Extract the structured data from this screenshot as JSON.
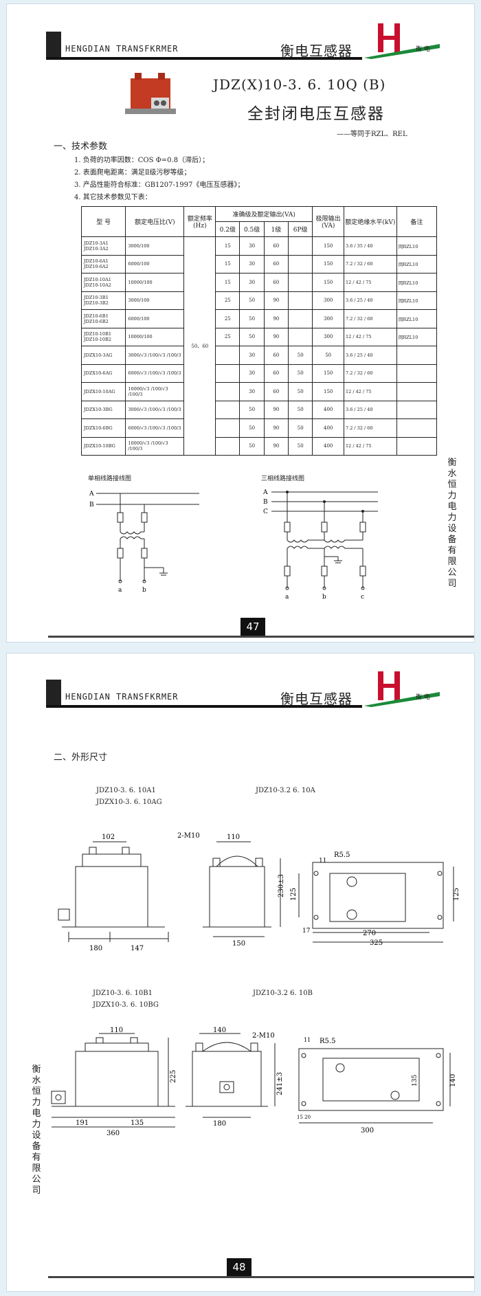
{
  "brand": {
    "en": "HENGDIAN TRANSFKRMER",
    "cn": "衡电互感器",
    "logo_text": "衡 电",
    "colors": {
      "red": "#c8102e",
      "green": "#1a8a3a",
      "product_red": "#c23b22"
    }
  },
  "page1": {
    "title_line1": "JDZ(X)10-3. 6. 10Q (B)",
    "title_line2": "全封闭电压互感器",
    "title_note": "——等同于RZL、REL",
    "section_title": "一、技术参数",
    "items": [
      "1. 负荷的功率因数：COS Φ=0.8（滞后）；",
      "2. 表面爬电距离：满足Ⅱ级污秽等级；",
      "3. 产品性能符合标准：GB1207-1997《电压互感器》；",
      "4. 其它技术参数见下表："
    ],
    "table": {
      "headers": {
        "model": "型 号",
        "ratio": "额定电压比(V)",
        "freq": "额定频率(Hz)",
        "accuracy": "准确级及额定输出(VA)",
        "c02": "0.2级",
        "c05": "0.5级",
        "c1": "1级",
        "c6p": "6P级",
        "limit": "极限输出(VA)",
        "insulation": "额定绝缘水平(kV)",
        "remark": "备注"
      },
      "freq_value": "50、60",
      "rows": [
        {
          "model": "JDZ10-3A1 JDZ10-3A2",
          "ratio": "3000/100",
          "c02": "15",
          "c05": "30",
          "c1": "60",
          "c6p": "",
          "limit": "150",
          "ins": "3.6 / 35 / 40",
          "remark": "同RZL10"
        },
        {
          "model": "JDZ10-6A1 JDZ10-6A2",
          "ratio": "6000/100",
          "c02": "15",
          "c05": "30",
          "c1": "60",
          "c6p": "",
          "limit": "150",
          "ins": "7.2 / 32 / 60",
          "remark": "同RZL10"
        },
        {
          "model": "JDZ10-10A1 JDZ10-10A2",
          "ratio": "10000/100",
          "c02": "15",
          "c05": "30",
          "c1": "60",
          "c6p": "",
          "limit": "150",
          "ins": "12 / 42 / 75",
          "remark": "同RZL10"
        },
        {
          "model": "JDZ10-3B1 JDZ10-3B2",
          "ratio": "3000/100",
          "c02": "25",
          "c05": "50",
          "c1": "90",
          "c6p": "",
          "limit": "300",
          "ins": "3.6 / 25 / 40",
          "remark": "同RZL10"
        },
        {
          "model": "JDZ10-6B1 JDZ10-6B2",
          "ratio": "6000/100",
          "c02": "25",
          "c05": "50",
          "c1": "90",
          "c6p": "",
          "limit": "300",
          "ins": "7.2 / 32 / 60",
          "remark": "同RZL10"
        },
        {
          "model": "JDZ10-10B1 JDZ10-10B2",
          "ratio": "10000/100",
          "c02": "25",
          "c05": "50",
          "c1": "90",
          "c6p": "",
          "limit": "300",
          "ins": "12 / 42 / 75",
          "remark": "同RZL10"
        },
        {
          "model": "JDZX10-3AG",
          "ratio": "3000/√3 /100/√3 /100/3",
          "c02": "",
          "c05": "30",
          "c1": "60",
          "c6p": "50",
          "limit": "50",
          "ins": "3.6 / 25 / 40",
          "remark": ""
        },
        {
          "model": "JDZX10-6AG",
          "ratio": "6000/√3 /100/√3 /100/3",
          "c02": "",
          "c05": "30",
          "c1": "60",
          "c6p": "50",
          "limit": "150",
          "ins": "7.2 / 32 / 60",
          "remark": ""
        },
        {
          "model": "JDZX10-10AG",
          "ratio": "10000/√3 /100/√3 /100/3",
          "c02": "",
          "c05": "30",
          "c1": "60",
          "c6p": "50",
          "limit": "150",
          "ins": "12 / 42 / 75",
          "remark": ""
        },
        {
          "model": "JDZX10-3BG",
          "ratio": "3000/√3 /100/√3 /100/3",
          "c02": "",
          "c05": "50",
          "c1": "90",
          "c6p": "50",
          "limit": "400",
          "ins": "3.6 / 25 / 40",
          "remark": ""
        },
        {
          "model": "JDZX10-6BG",
          "ratio": "6000/√3 /100/√3 /100/3",
          "c02": "",
          "c05": "50",
          "c1": "90",
          "c6p": "50",
          "limit": "400",
          "ins": "7.2 / 32 / 60",
          "remark": ""
        },
        {
          "model": "JDZX10-10BG",
          "ratio": "10000/√3 /100/√3 /100/3",
          "c02": "",
          "c05": "50",
          "c1": "90",
          "c6p": "50",
          "limit": "400",
          "ins": "12 / 42 / 75",
          "remark": ""
        }
      ]
    },
    "diagram_single": "单相线路接线图",
    "diagram_three": "三相线路接线图",
    "labels": {
      "A": "A",
      "B": "B",
      "C": "C",
      "a": "a",
      "b": "b",
      "c": "c"
    },
    "side_text": "衡水恒力电力设备有限公司",
    "page_no": "47"
  },
  "page2": {
    "section_title": "二、外形尺寸",
    "model_a1": "JDZ10-3. 6. 10A1",
    "model_ag": "JDZX10-3. 6. 10AG",
    "model_a": "JDZ10-3.2 6. 10A",
    "model_b1": "JDZ10-3. 6. 10B1",
    "model_bg": "JDZX10-3. 6. 10BG",
    "model_b": "JDZ10-3.2 6. 10B",
    "dims_a": {
      "d102": "102",
      "d180": "180",
      "d147": "147",
      "m10": "2-M10",
      "d110": "110",
      "d230": "230±3",
      "d150": "150",
      "r55": "R5.5",
      "d11": "11",
      "d125a": "125",
      "d17": "17",
      "d270": "270",
      "d325": "325",
      "d125b": "125"
    },
    "dims_b": {
      "d110": "110",
      "d225": "225",
      "d191": "191",
      "d135": "135",
      "d360": "360",
      "d140": "140",
      "m10": "2-M10",
      "d241": "241±3",
      "d180": "180",
      "r55": "R5.5",
      "d11": "11",
      "d135b": "135",
      "d140b": "140",
      "d1520": "15 20",
      "d300": "300"
    },
    "side_text": "衡水恒力电力设备有限公司",
    "page_no": "48"
  }
}
